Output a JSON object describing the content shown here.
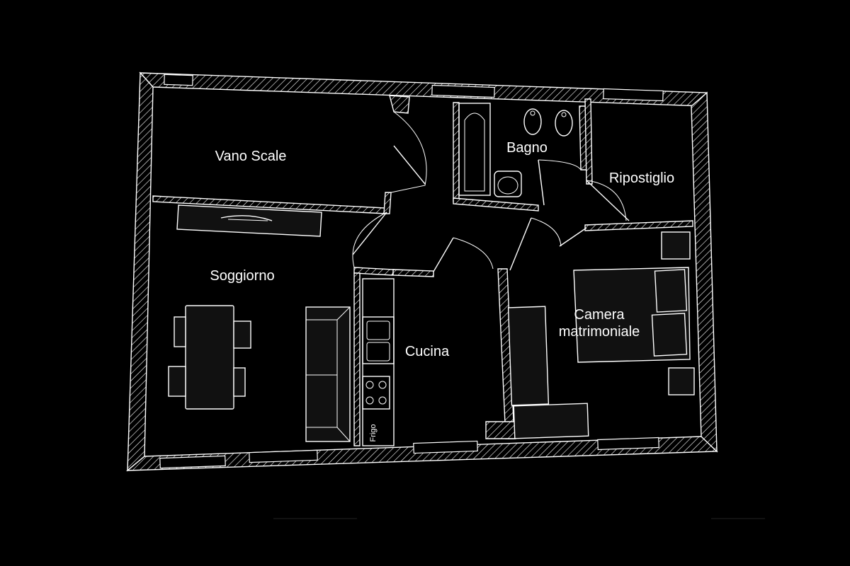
{
  "rooms": {
    "vano_scale": "Vano Scale",
    "bagno": "Bagno",
    "ripostiglio": "Ripostiglio",
    "soggiorno": "Soggiorno",
    "cucina": "Cucina",
    "camera_line1": "Camera",
    "camera_line2": "matrimoniale"
  },
  "fixtures": {
    "frigo": "Frigo"
  },
  "colors": {
    "background": "#000000",
    "lines": "#ffffff"
  }
}
